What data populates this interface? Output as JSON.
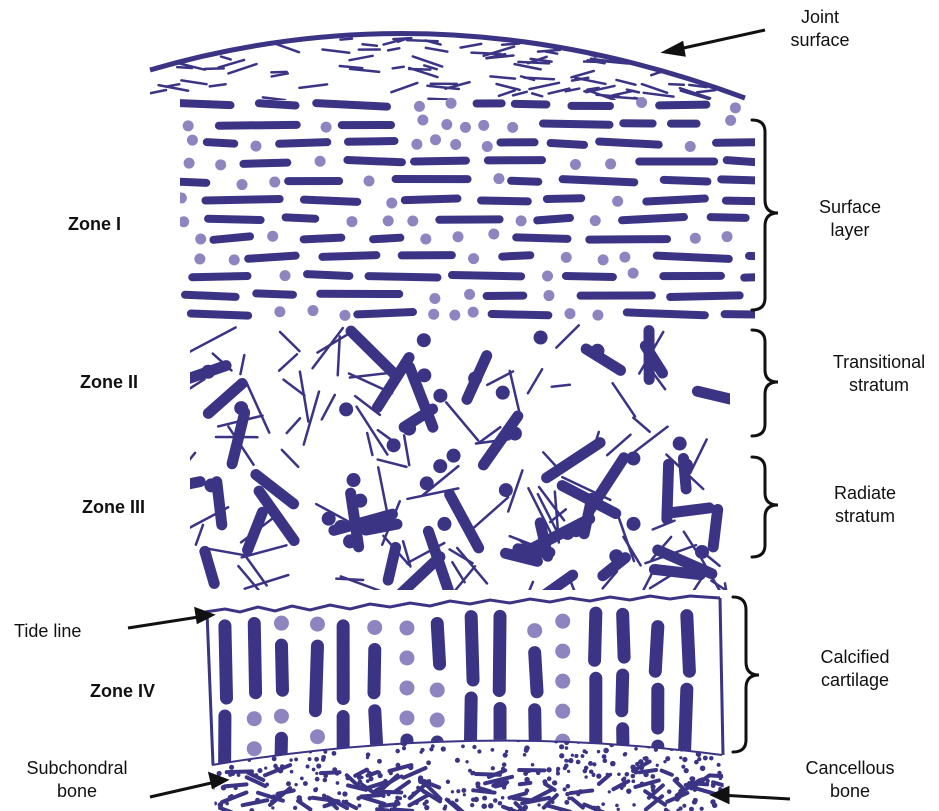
{
  "diagram": {
    "colors": {
      "fiber": "#3b3485",
      "cell": "#8e85c0",
      "outline": "#3b3485",
      "text": "#111111"
    },
    "zones": {
      "zone1": "Zone I",
      "zone2": "Zone II",
      "zone3": "Zone III",
      "zone4": "Zone IV"
    },
    "labels": {
      "joint_surface": "Joint\nsurface",
      "surface_layer": "Surface\nlayer",
      "transitional_stratum": "Transitional\nstratum",
      "radiate_stratum": "Radiate\nstratum",
      "calcified_cartilage": "Calcified\ncartilage",
      "tide_line": "Tide line",
      "subchondral_bone": "Subchondral\nbone",
      "cancellous_bone": "Cancellous\nbone"
    }
  }
}
